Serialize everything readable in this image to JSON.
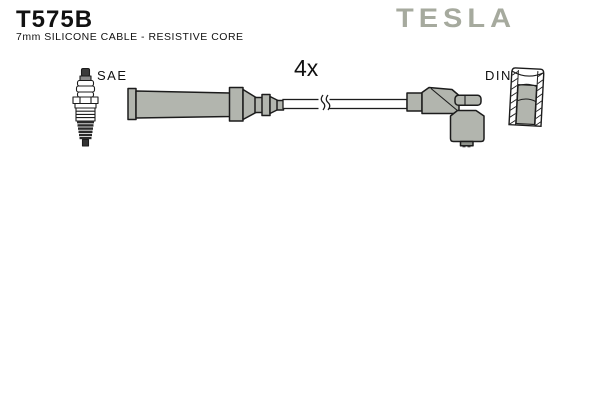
{
  "header": {
    "part_number": "T575B",
    "subtitle": "7mm SILICONE CABLE - RESISTIVE CORE",
    "brand_logo": "TESLA"
  },
  "diagram": {
    "quantity_label": "4x",
    "sae_label": "SAE",
    "din_label": "DIN",
    "parts": {
      "spark_plug": "spark-plug-icon",
      "straight_boot": "sae-straight-boot-icon",
      "cable_break": "cable-break-icon",
      "elbow_boot": "din-elbow-boot-icon",
      "din_terminal": "din-terminal-icon"
    }
  },
  "colors": {
    "background": "#ffffff",
    "logo_gray": "#a6aa9e",
    "boot_gray": "#b2b5ae",
    "line_black": "#1c1c1c",
    "text_black": "#111111"
  }
}
